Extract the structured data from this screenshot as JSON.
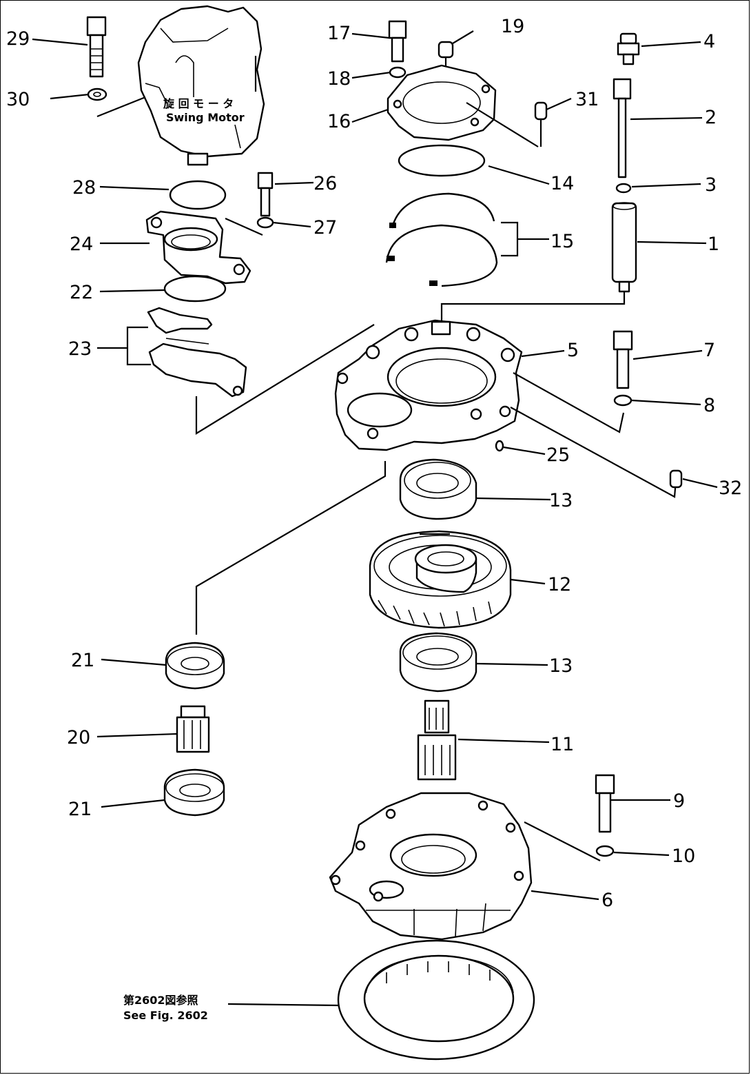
{
  "labels": {
    "p1": "1",
    "p2": "2",
    "p3": "3",
    "p4": "4",
    "p5": "5",
    "p6": "6",
    "p7": "7",
    "p8": "8",
    "p9": "9",
    "p10": "10",
    "p11": "11",
    "p12": "12",
    "p13a": "13",
    "p13b": "13",
    "p14": "14",
    "p15": "15",
    "p16": "16",
    "p17": "17",
    "p18": "18",
    "p19": "19",
    "p20": "20",
    "p21a": "21",
    "p21b": "21",
    "p22": "22",
    "p23": "23",
    "p24": "24",
    "p25": "25",
    "p26": "26",
    "p27": "27",
    "p28": "28",
    "p29": "29",
    "p30": "30",
    "p31": "31",
    "p32": "32"
  },
  "motor_label": {
    "jp": "旋 回 モ ー タ",
    "en": "Swing Motor"
  },
  "reference_note": {
    "jp": "第2602図参照",
    "en": "See Fig. 2602"
  }
}
